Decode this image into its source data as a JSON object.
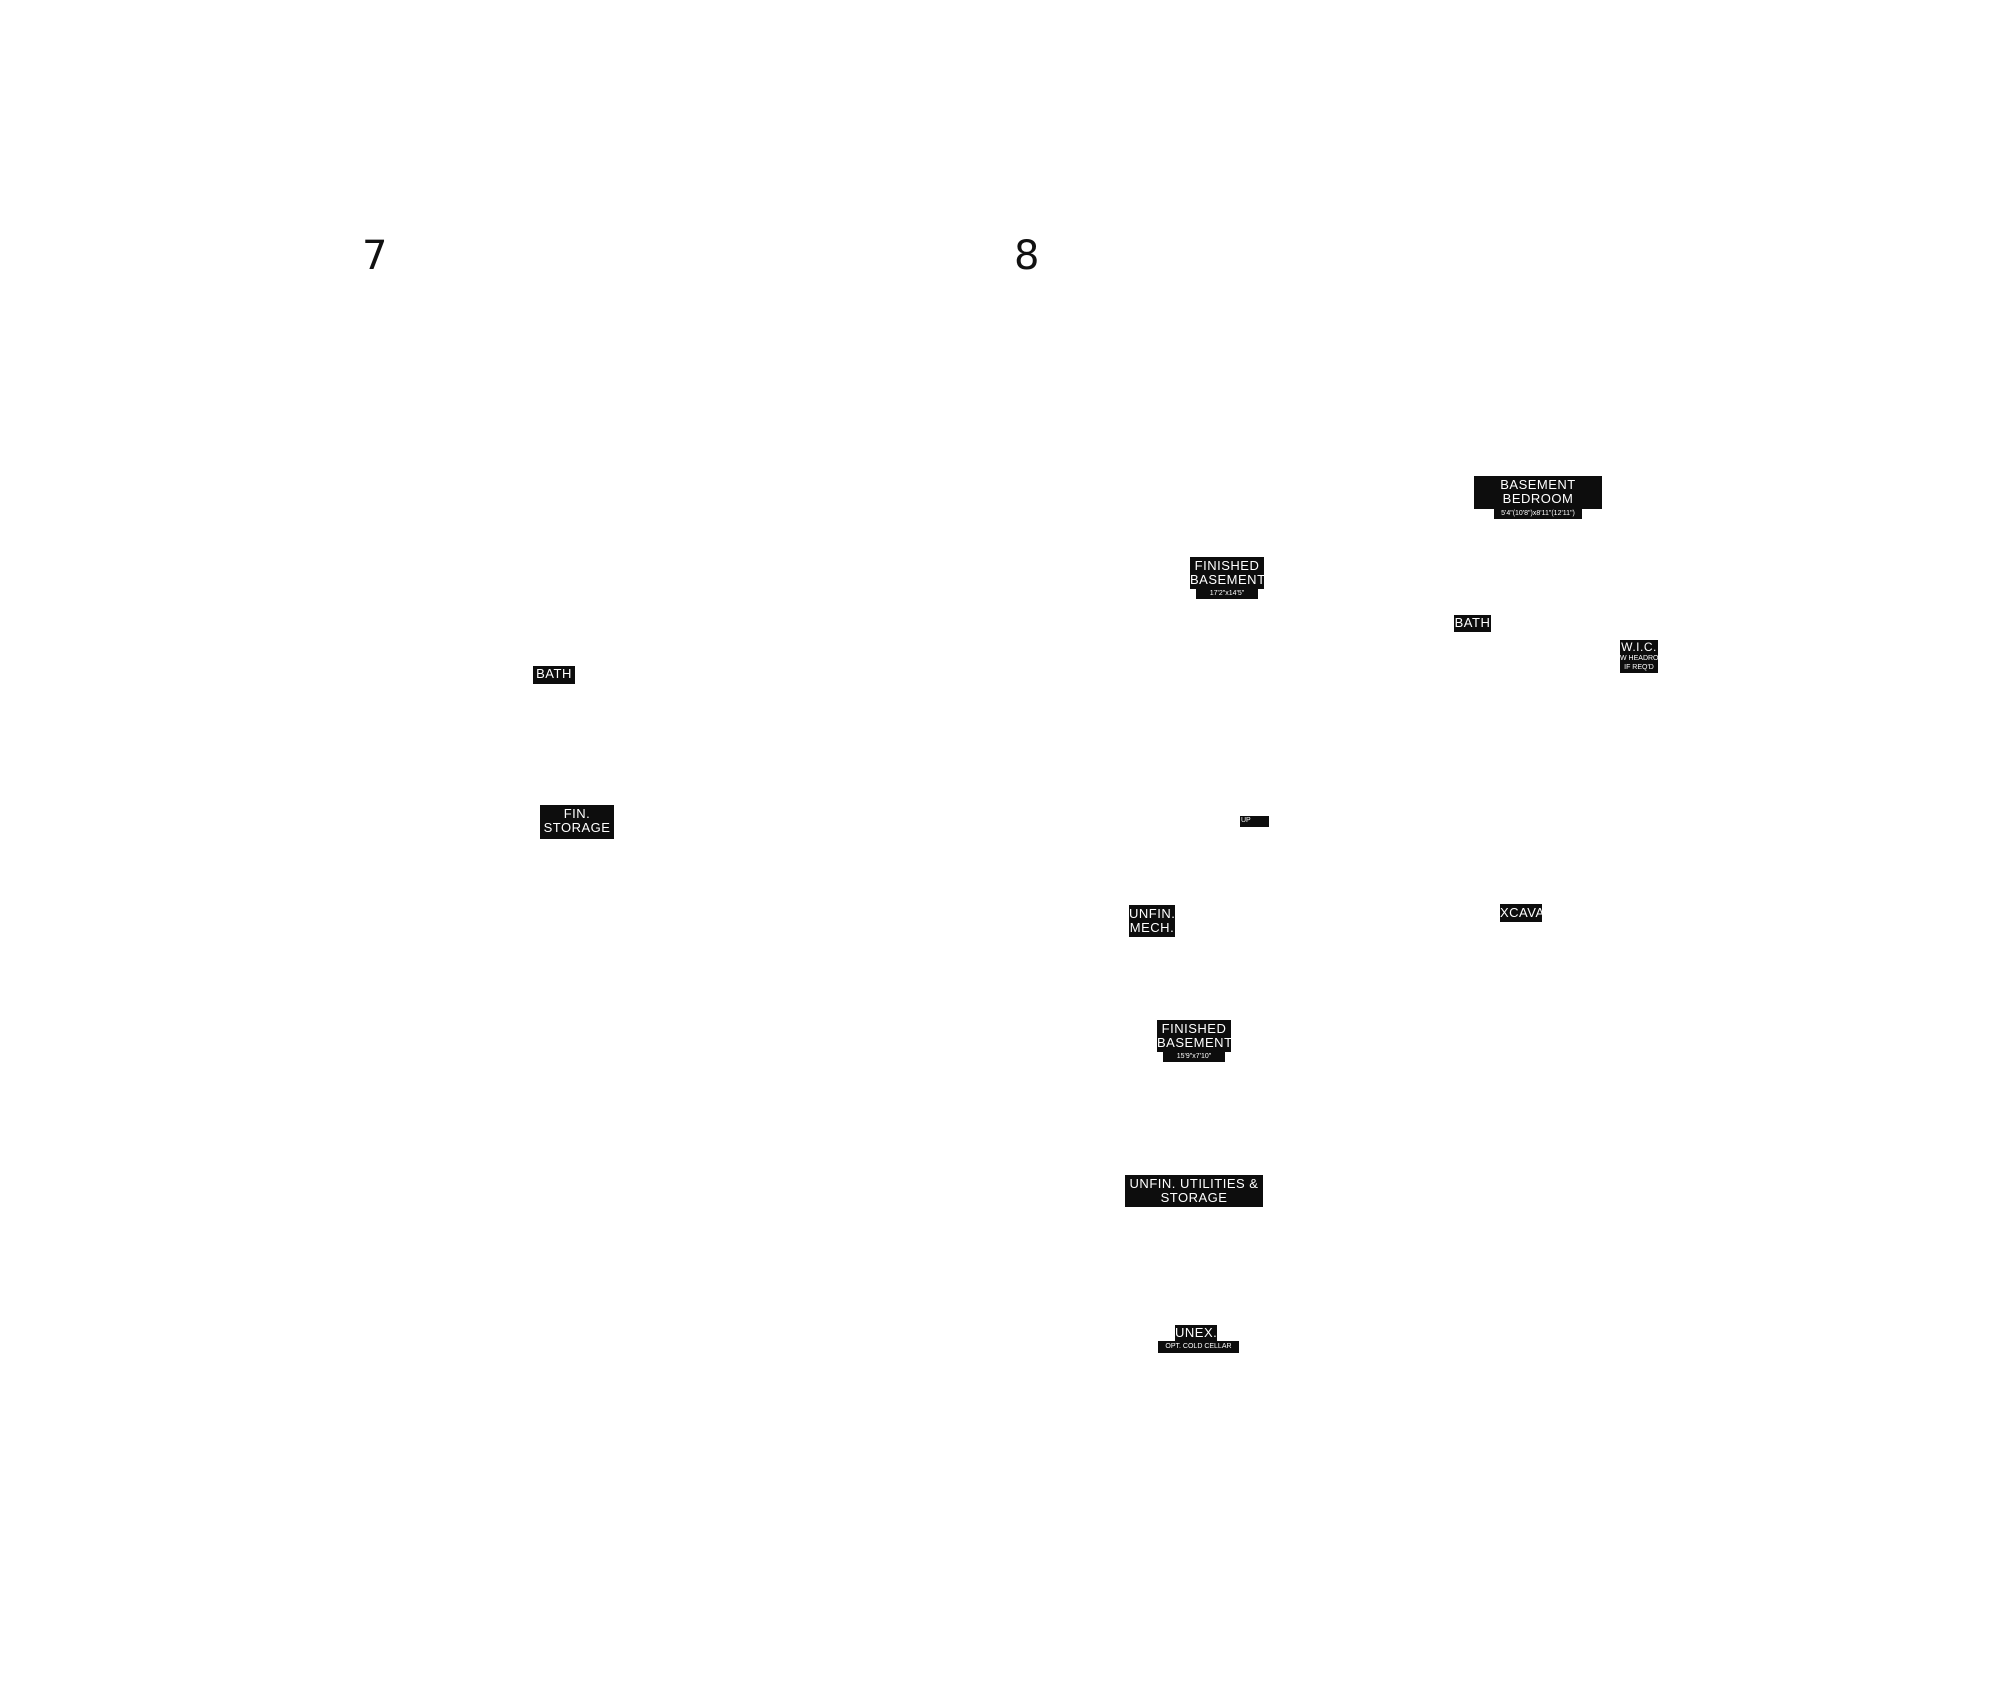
{
  "plans": {
    "left": {
      "number": "7",
      "rooms": {
        "bath": "BATH",
        "fin_storage": [
          "FIN.",
          "STORAGE"
        ]
      }
    },
    "right": {
      "number": "8",
      "rooms": {
        "basement_bedroom": {
          "lines": [
            "BASEMENT",
            "BEDROOM"
          ],
          "dimension": "5'4\"(10'8\")x8'11\"(12'11\")"
        },
        "finished_basement_upper": {
          "lines": [
            "FINISHED",
            "BASEMENT"
          ],
          "dimension": "17'2\"x14'5\""
        },
        "bath": "BATH",
        "wic": {
          "lines": [
            "W.I.C.",
            "W HEADROOM",
            "IF REQ'D"
          ]
        },
        "stair_up": "UP",
        "unfin_mech": [
          "UNFIN.",
          "MECH."
        ],
        "unexcavated": "XCAVAT",
        "finished_basement_lower": {
          "lines": [
            "FINISHED",
            "BASEMENT"
          ],
          "dimension": "15'9\"x7'10\""
        },
        "unfin_utilities": [
          "UNFIN. UTILITIES &",
          "STORAGE"
        ],
        "unex": {
          "line": "UNEX.",
          "note": "OPT. COLD CELLAR"
        }
      }
    }
  }
}
